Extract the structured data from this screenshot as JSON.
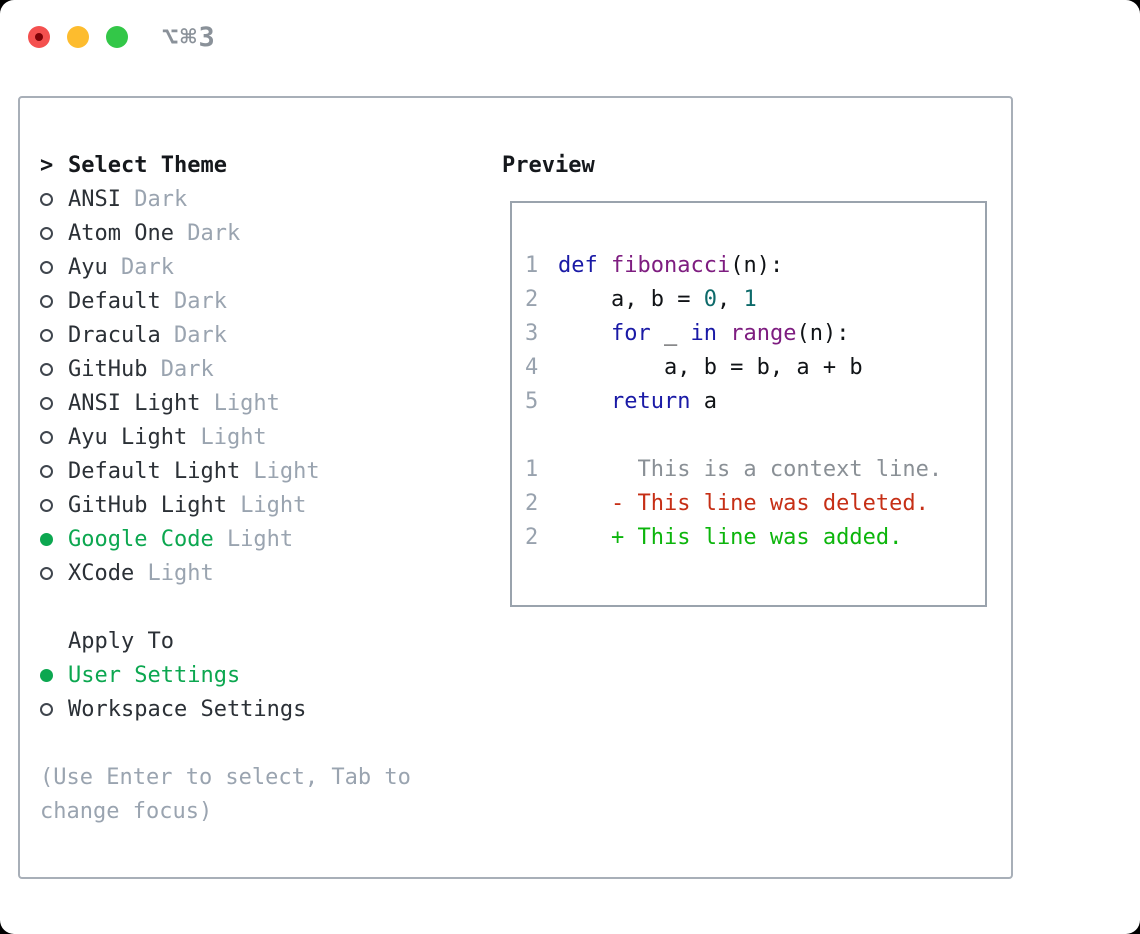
{
  "titlebar": {
    "title": "⌥⌘3",
    "buttons": [
      "close",
      "minimize",
      "zoom"
    ]
  },
  "theme_panel": {
    "header_prefix": ">",
    "header_label": "Select Theme",
    "themes": [
      {
        "name": "ANSI",
        "tag": "Dark",
        "selected": false
      },
      {
        "name": "Atom One",
        "tag": "Dark",
        "selected": false
      },
      {
        "name": "Ayu",
        "tag": "Dark",
        "selected": false
      },
      {
        "name": "Default",
        "tag": "Dark",
        "selected": false
      },
      {
        "name": "Dracula",
        "tag": "Dark",
        "selected": false
      },
      {
        "name": "GitHub",
        "tag": "Dark",
        "selected": false
      },
      {
        "name": "ANSI Light",
        "tag": "Light",
        "selected": false
      },
      {
        "name": "Ayu Light",
        "tag": "Light",
        "selected": false
      },
      {
        "name": "Default Light",
        "tag": "Light",
        "selected": false
      },
      {
        "name": "GitHub Light",
        "tag": "Light",
        "selected": false
      },
      {
        "name": "Google Code",
        "tag": "Light",
        "selected": true
      },
      {
        "name": "XCode",
        "tag": "Light",
        "selected": false
      }
    ],
    "apply_to_label": "Apply To",
    "apply_options": [
      {
        "name": "User Settings",
        "selected": true
      },
      {
        "name": "Workspace Settings",
        "selected": false
      }
    ],
    "help_lines": [
      "(Use Enter to select, Tab to",
      "change focus)"
    ]
  },
  "preview": {
    "header": "Preview",
    "code_lines": [
      {
        "num": "1",
        "tokens": [
          [
            "k",
            "def"
          ],
          [
            "p",
            " "
          ],
          [
            "f",
            "fibonacci"
          ],
          [
            "p",
            "(n):"
          ]
        ]
      },
      {
        "num": "2",
        "tokens": [
          [
            "p",
            "    a, b = "
          ],
          [
            "n",
            "0"
          ],
          [
            "p",
            ", "
          ],
          [
            "n",
            "1"
          ]
        ]
      },
      {
        "num": "3",
        "tokens": [
          [
            "p",
            "    "
          ],
          [
            "k",
            "for"
          ],
          [
            "p",
            " _ "
          ],
          [
            "k",
            "in"
          ],
          [
            "p",
            " "
          ],
          [
            "f",
            "range"
          ],
          [
            "p",
            "(n):"
          ]
        ]
      },
      {
        "num": "4",
        "tokens": [
          [
            "p",
            "        a, b = b, a + b"
          ]
        ]
      },
      {
        "num": "5",
        "tokens": [
          [
            "p",
            "    "
          ],
          [
            "k",
            "return"
          ],
          [
            "p",
            " a"
          ]
        ]
      }
    ],
    "diff_lines": [
      {
        "num": "1",
        "text": "      This is a context line.",
        "kind": "context"
      },
      {
        "num": "2",
        "text": "    - This line was deleted.",
        "kind": "deleted"
      },
      {
        "num": "2",
        "text": "    + This line was added.",
        "kind": "added"
      }
    ]
  },
  "colors": {
    "window_bg": "#ffffff",
    "page_bg": "#000000",
    "traffic_red": "#f4504f",
    "traffic_yellow": "#fdbc2e",
    "traffic_green": "#33c748",
    "title_gray": "#8a9199",
    "panel_border": "#a8afb8",
    "box_border": "#9aa3ad",
    "header_text": "#15181c",
    "item_text": "#2b3036",
    "tag_gray": "#9aa4b0",
    "circle_outline": "#40464e",
    "selected_green": "#0ca750",
    "help_gray": "#9aa4b0",
    "linenum": "#98a2ae",
    "keyword": "#1a1aa6",
    "function": "#7e1d80",
    "number": "#0d6a6a",
    "code_plain": "#101316",
    "diff_context": "#8a9096",
    "diff_deleted": "#c62f16",
    "diff_added": "#0cb50c"
  }
}
